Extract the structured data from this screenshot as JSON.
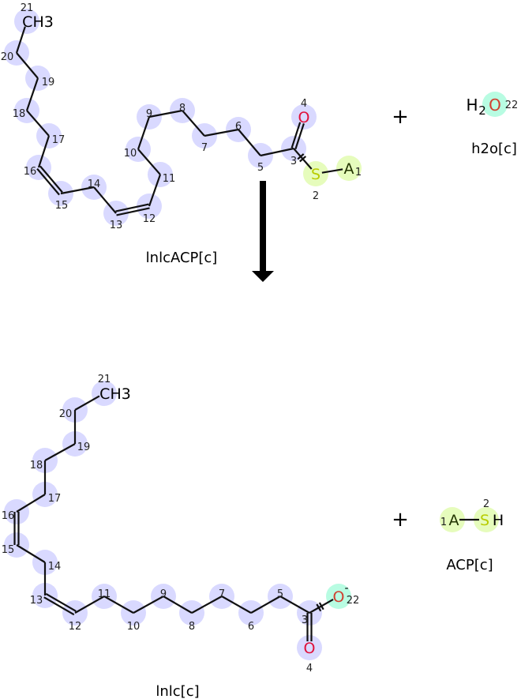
{
  "colors": {
    "carbon_highlight": "#d9d9ff",
    "sulfur_highlight": "#e6fcbc",
    "oxygen_anion_highlight": "#b8fce2",
    "oxygen_text": "#e0103a",
    "oxygen_anion_text": "#d04030",
    "sulfur_text": "#b8cc00",
    "acp_text": "#223300"
  },
  "reaction": {
    "reactants": [
      {
        "name": "lnlcACP[c]",
        "atoms": [
          {
            "id": "1",
            "symbol": "A"
          },
          {
            "id": "2",
            "symbol": "S"
          },
          {
            "id": "3"
          },
          {
            "id": "4",
            "symbol": "O"
          },
          {
            "id": "5"
          },
          {
            "id": "6"
          },
          {
            "id": "7"
          },
          {
            "id": "8"
          },
          {
            "id": "9"
          },
          {
            "id": "10"
          },
          {
            "id": "11"
          },
          {
            "id": "12"
          },
          {
            "id": "13"
          },
          {
            "id": "14"
          },
          {
            "id": "15"
          },
          {
            "id": "16"
          },
          {
            "id": "17"
          },
          {
            "id": "18"
          },
          {
            "id": "19"
          },
          {
            "id": "20"
          },
          {
            "id": "21",
            "symbol": "CH3"
          }
        ]
      },
      {
        "name": "h2o[c]",
        "formula": {
          "h": "H",
          "sub": "2",
          "o": "O"
        },
        "atoms": [
          {
            "id": "22",
            "symbol": "O"
          }
        ]
      }
    ],
    "products": [
      {
        "name": "lnlc[c]",
        "atoms": [
          {
            "id": "3"
          },
          {
            "id": "4",
            "symbol": "O"
          },
          {
            "id": "5"
          },
          {
            "id": "6"
          },
          {
            "id": "7"
          },
          {
            "id": "8"
          },
          {
            "id": "9"
          },
          {
            "id": "10"
          },
          {
            "id": "11"
          },
          {
            "id": "12"
          },
          {
            "id": "13"
          },
          {
            "id": "14"
          },
          {
            "id": "15"
          },
          {
            "id": "16"
          },
          {
            "id": "17"
          },
          {
            "id": "18"
          },
          {
            "id": "19"
          },
          {
            "id": "20"
          },
          {
            "id": "21",
            "symbol": "CH3"
          },
          {
            "id": "22",
            "symbol": "O",
            "charge": "-"
          }
        ]
      },
      {
        "name": "ACP[c]",
        "atoms": [
          {
            "id": "1",
            "symbol": "A"
          },
          {
            "id": "2",
            "symbol": "S",
            "suffix": "H"
          }
        ]
      }
    ],
    "plus_sign": "+"
  }
}
